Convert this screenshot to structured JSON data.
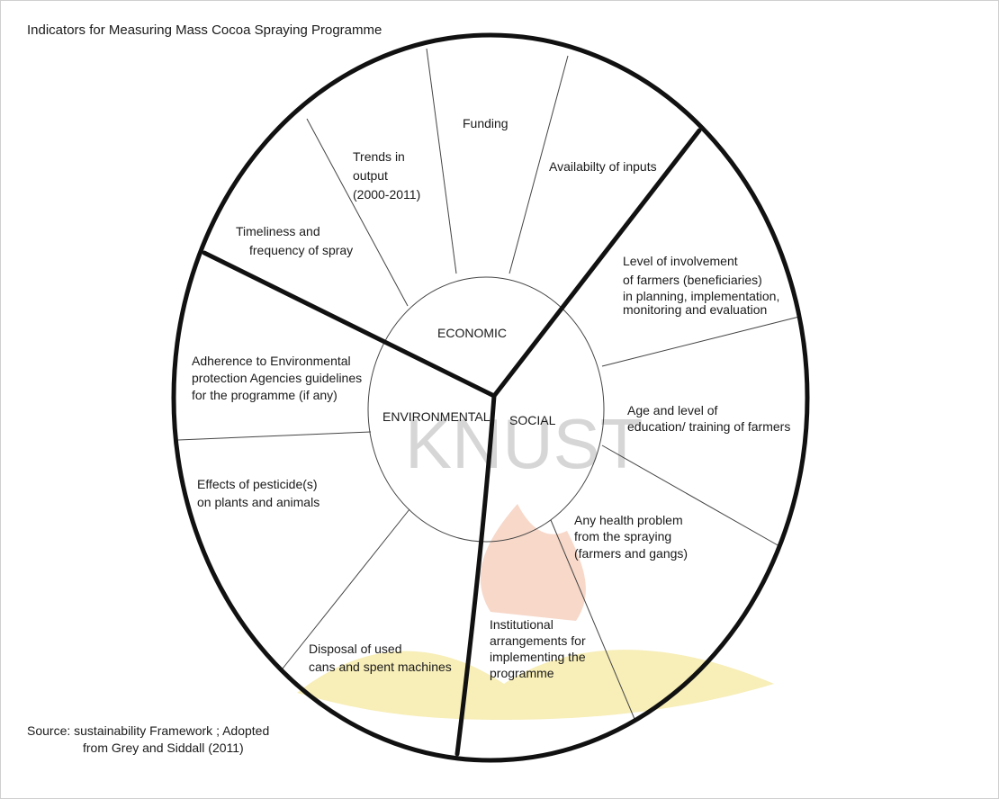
{
  "title": "Indicators for Measuring Mass Cocoa Spraying Programme",
  "source": {
    "line1": "Source: sustainability Framework ; Adopted",
    "line2": "from Grey and Siddall (2011)"
  },
  "watermark": {
    "text": "KNUST",
    "crest_color": "#f3c8b2",
    "crest_gold": "#f4e8a0"
  },
  "diagram": {
    "centers": {
      "economic": "ECONOMIC",
      "social": "SOCIAL",
      "environmental": "ENVIRONMENTAL"
    },
    "economic_items": {
      "timeliness": [
        "Timeliness and",
        "frequency of spray"
      ],
      "trends": [
        "Trends in",
        "output",
        "(2000-2011)"
      ],
      "funding": [
        "Funding"
      ],
      "inputs": [
        "Availabilty of inputs"
      ]
    },
    "social_items": {
      "involvement": [
        "Level of involvement",
        "of farmers (beneficiaries)",
        "in planning, implementation,",
        "monitoring and evaluation"
      ],
      "age": [
        "Age and level of",
        "education/ training of farmers"
      ],
      "health": [
        "Any health problem",
        "from the spraying",
        "(farmers and gangs)"
      ],
      "institutional": [
        "Institutional",
        "arrangements for",
        "implementing the",
        "programme"
      ]
    },
    "environmental_items": {
      "adherence": [
        "Adherence to Environmental",
        "protection Agencies guidelines",
        "for the programme (if any)"
      ],
      "pesticides": [
        "Effects of pesticide(s)",
        "on plants and animals"
      ],
      "disposal": [
        "Disposal of used",
        "cans and spent machines"
      ]
    },
    "colors": {
      "line": "#111111",
      "thin_line": "#444444"
    }
  }
}
